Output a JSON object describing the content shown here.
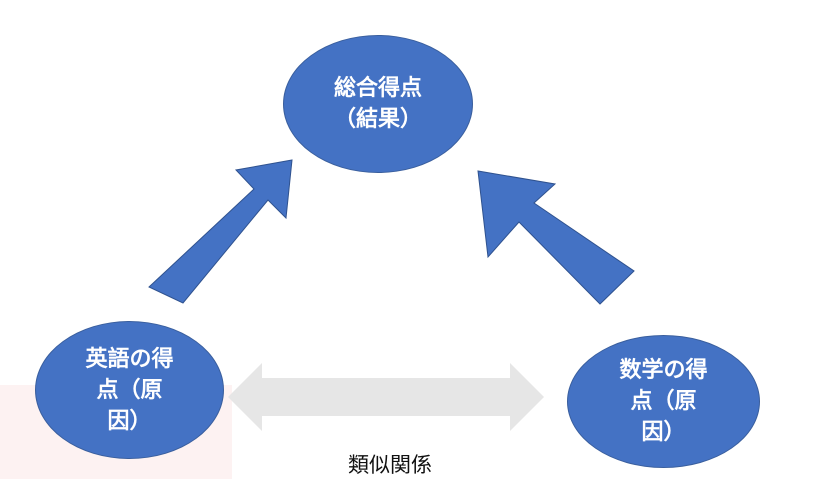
{
  "nodes": {
    "total": {
      "label": "総合得点\n（結果）"
    },
    "english": {
      "label": "英語の得\n点（原\n因）"
    },
    "math": {
      "label": "数学の得\n点（原\n因）"
    }
  },
  "relation_label": "類似関係",
  "colors": {
    "node_fill": "#4472c4",
    "node_text": "#ffffff",
    "arrow_causal": "#4472c4",
    "arrow_similarity": "#e6e6e6"
  }
}
